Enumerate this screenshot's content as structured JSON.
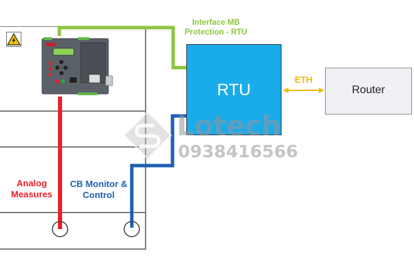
{
  "labels": {
    "interface": [
      "Interface MB",
      "Protection - RTU"
    ],
    "rtu": "RTU",
    "router": "Router",
    "eth": "ETH",
    "analog": [
      "Analog",
      "Measures"
    ],
    "cb": [
      "CB Monitor &",
      "Control"
    ]
  },
  "watermark": {
    "brand": "Lotech",
    "phone": "0938416566"
  },
  "colors": {
    "interface_wire": "#8cc63f",
    "rtu_fill": "#1aabea",
    "eth_link": "#f5b800",
    "analog_wire": "#e8202a",
    "cb_wire": "#1f5fb4",
    "analog_text": "#e8202a",
    "cb_text": "#1f5fb4"
  },
  "icons": {
    "warning": "high-voltage-warning-icon",
    "relay": "protection-relay-device-icon",
    "logo": "lotech-logo-icon"
  }
}
